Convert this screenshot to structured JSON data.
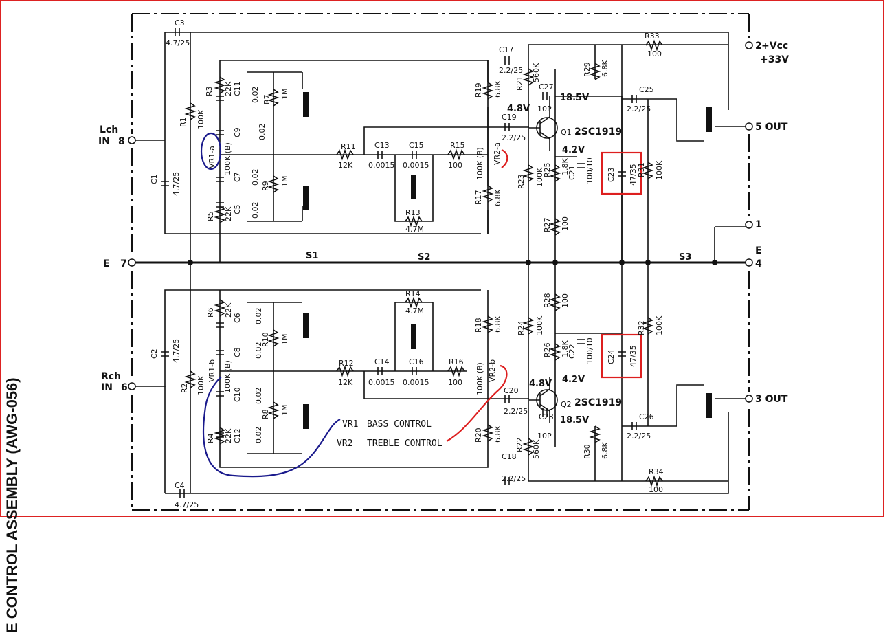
{
  "title": "E CONTROL ASSEMBLY (AWG-056)",
  "inputs": {
    "lch": "Lch",
    "lch_in": "IN",
    "lch_pin": "8",
    "rch": "Rch",
    "rch_in": "IN",
    "rch_pin": "6",
    "e": "E",
    "e_pin": "7"
  },
  "outputs": {
    "vcc_pin": "2",
    "vcc": "+Vcc",
    "vcc_v": "+33V",
    "out5": "5 OUT",
    "pin1": "1",
    "e": "E",
    "pin4": "4",
    "out3": "3 OUT"
  },
  "bus": {
    "s1": "S1",
    "s2": "S2",
    "s3": "S3"
  },
  "top": {
    "c3": "C3",
    "c3v": "4.7/25",
    "c1": "C1",
    "c1v": "4.7/25",
    "r1": "R1",
    "r1v": "100K",
    "vr1a": "VR1-a",
    "vr1av": "100K (B)",
    "r3": "R3",
    "r3v": "22K",
    "c11": "C11",
    "c11v": "0.02",
    "c9": "C9",
    "c9v": "0.02",
    "r7": "R7",
    "r7v": "1M",
    "c7": "C7",
    "c7v": "0.02",
    "r9": "R9",
    "r9v": "1M",
    "r5": "R5",
    "r5v": "22K",
    "c5": "C5",
    "c5v": "0.02",
    "r11": "R11",
    "r11v": "12K",
    "c13": "C13",
    "c13v": "0.0015",
    "c15": "C15",
    "c15v": "0.0015",
    "r15": "R15",
    "r15v": "100",
    "r13": "R13",
    "r13v": "4.7M",
    "r19": "R19",
    "r19v": "6.8K",
    "vr2a": "VR2-a",
    "vr2av": "100K (B)",
    "r17": "R17",
    "r17v": "6.8K",
    "c17": "C17",
    "c17v": "2.2/25",
    "c19": "C19",
    "c19v": "2.2/25",
    "r21": "R21",
    "r21v": "560K",
    "c27": "C27",
    "c27v": "10P",
    "v185": "18.5V",
    "v48": "4.8V",
    "q1": "Q1",
    "q1t": "2SC1919",
    "v42": "4.2V",
    "r29": "R29",
    "r29v": "6.8K",
    "r33": "R33",
    "r33v": "100",
    "c25": "C25",
    "c25v": "2.2/25",
    "r23": "R23",
    "r23v": "100K",
    "r25": "R25",
    "r25v": "1.8K",
    "c21": "C21",
    "c21v": "100/10",
    "c23": "C23",
    "c23v": "47/35",
    "r31": "R31",
    "r31v": "100K",
    "r27": "R27",
    "r27v": "100"
  },
  "bottom": {
    "c4": "C4",
    "c4v": "4.7/25",
    "c2": "C2",
    "c2v": "4.7/25",
    "r2": "R2",
    "r2v": "100K",
    "vr1b": "VR1-b",
    "vr1bv": "100K (B)",
    "r6": "R6",
    "r6v": "22K",
    "c6": "C6",
    "c6v": "0.02",
    "c8": "C8",
    "c8v": "0.02",
    "r10": "R10",
    "r10v": "1M",
    "c10": "C10",
    "c10v": "0.02",
    "r8": "R8",
    "r8v": "1M",
    "r4": "R4",
    "r4v": "22K",
    "c12": "C12",
    "c12v": "0.02",
    "r12": "R12",
    "r12v": "12K",
    "c14": "C14",
    "c14v": "0.0015",
    "c16": "C16",
    "c16v": "0.0015",
    "r16": "R16",
    "r16v": "100",
    "r14": "R14",
    "r14v": "4.7M",
    "r18": "R18",
    "r18v": "6.8K",
    "vr2b": "VR2-b",
    "vr2bv": "100K (B)",
    "r20": "R20",
    "r20v": "6.8K",
    "c20": "C20",
    "c20v": "2.2/25",
    "c18": "C18",
    "c18v": "2.2/25",
    "r22": "R22",
    "r22v": "560K",
    "c28": "C28",
    "c28v": "10P",
    "v185": "18.5V",
    "v48": "4.8V",
    "q2": "Q2",
    "q2t": "2SC1919",
    "v42": "4.2V",
    "r30": "R30",
    "r30v": "6.8K",
    "r34": "R34",
    "r34v": "100",
    "c26": "C26",
    "c26v": "2.2/25",
    "r24": "R24",
    "r24v": "100K",
    "r26": "R26",
    "r26v": "1.8K",
    "c22": "C22",
    "c22v": "100/10",
    "c24": "C24",
    "c24v": "47/35",
    "r32": "R32",
    "r32v": "100K",
    "r28": "R28",
    "r28v": "100"
  },
  "legend": {
    "vr1": "VR1",
    "vr1_name": "BASS CONTROL",
    "vr2": "VR2",
    "vr2_name": "TREBLE CONTROL"
  },
  "highlight_colors": {
    "box": "#dd1f1f",
    "blue_mark": "#1a1a8c",
    "red_mark": "#dd1f1f"
  }
}
